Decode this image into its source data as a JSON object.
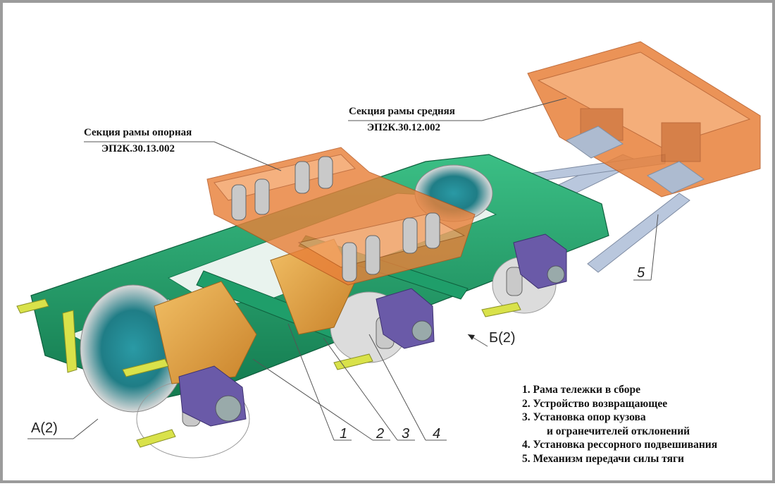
{
  "labels": {
    "section_support_title": "Секция рамы опорная",
    "section_support_code": "ЭП2К.30.13.002",
    "section_middle_title": "Секция рамы средняя",
    "section_middle_code": "ЭП2К.30.12.002"
  },
  "callouts": [
    "1",
    "2",
    "3",
    "4",
    "5"
  ],
  "views": {
    "a": "А(2)",
    "b": "Б(2)"
  },
  "legend": [
    "1. Рама тележки в сборе",
    "2. Устройство возвращающее",
    "3. Установка опор кузова",
    "и огранечителей отклонений",
    "4. Установка рессорного подвешивания",
    "5. Механизм передачи силы тяги"
  ],
  "colors": {
    "frame_green": "#1f9e6a",
    "frame_dark": "#137a4f",
    "section_orange": "#e8813a",
    "wheel_teal": "#2a9aa5",
    "motor_gold": "#e0a23c",
    "axlebox_purple": "#6a5aa8",
    "bracket_yellow": "#d9e24a",
    "spring_gray": "#c9c9c9",
    "rod_blue": "#b9c7dd"
  }
}
